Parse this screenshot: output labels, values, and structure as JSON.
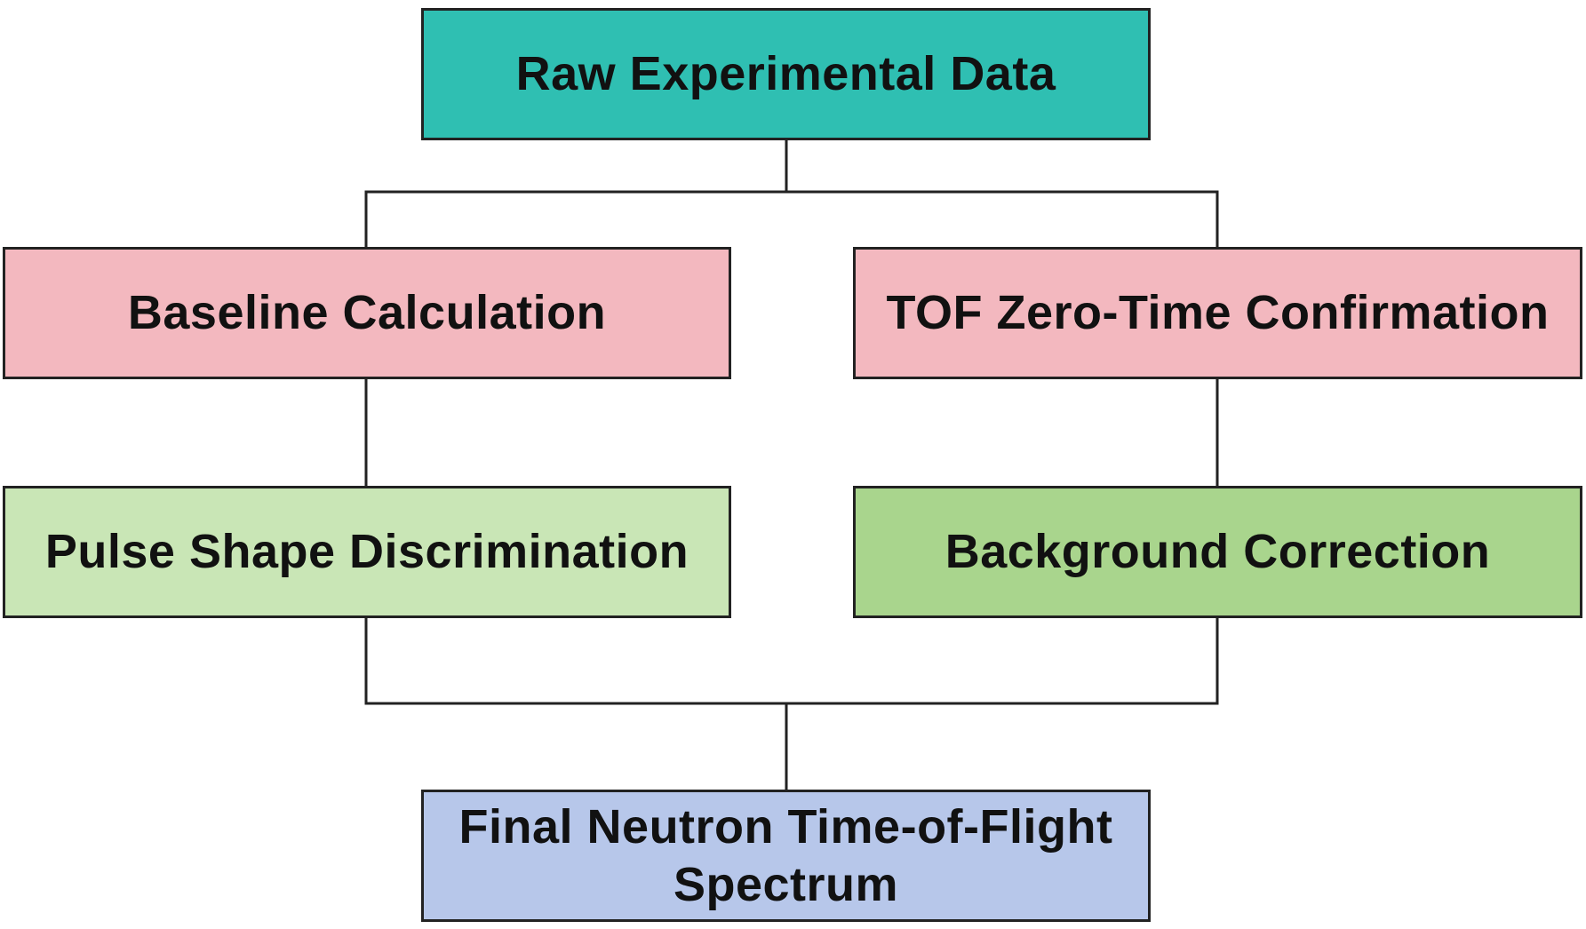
{
  "nodes": {
    "raw": {
      "label": "Raw Experimental Data",
      "color": "#2fbfb2"
    },
    "baseline": {
      "label": "Baseline Calculation",
      "color": "#f3b8bf"
    },
    "tof": {
      "label": "TOF Zero-Time Confirmation",
      "color": "#f3b8bf"
    },
    "psd": {
      "label": "Pulse Shape Discrimination",
      "color": "#c9e6b6"
    },
    "background": {
      "label": "Background Correction",
      "color": "#a9d58d"
    },
    "final": {
      "label": "Final Neutron Time-of-Flight Spectrum",
      "color": "#b7c7ea"
    }
  },
  "edges": [
    {
      "from": "raw",
      "to": "baseline"
    },
    {
      "from": "raw",
      "to": "tof"
    },
    {
      "from": "baseline",
      "to": "psd"
    },
    {
      "from": "tof",
      "to": "background"
    },
    {
      "from": "psd",
      "to": "final"
    },
    {
      "from": "background",
      "to": "final"
    }
  ],
  "line_color": "#222222"
}
